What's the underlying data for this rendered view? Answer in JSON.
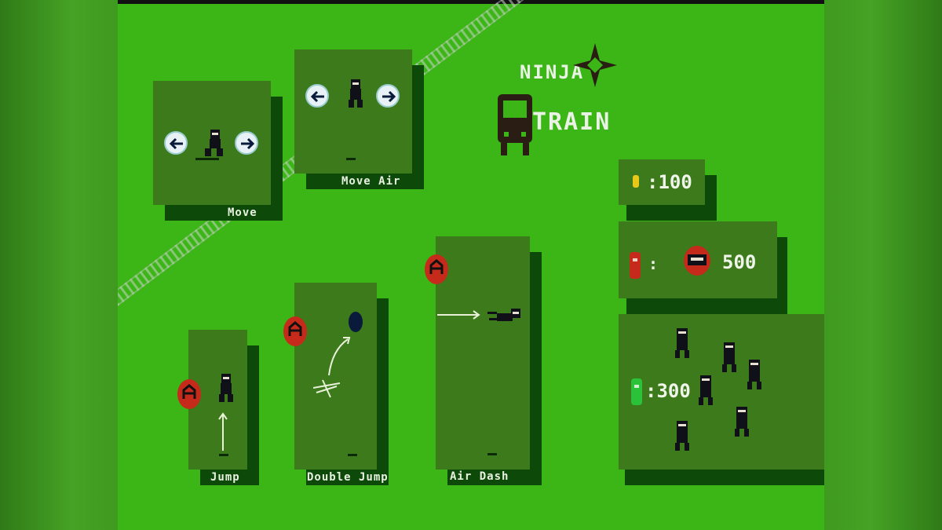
{
  "title": {
    "line1": "NINJA",
    "line2": "TRAIN"
  },
  "cards": {
    "move": "Move",
    "move_air": "Move Air",
    "jump": "Jump",
    "double_jump": "Double Jump",
    "air_dash": "Air Dash"
  },
  "scores": {
    "coin": ":100",
    "enemy_colon": ":",
    "enemy": "500",
    "bottle": ":300"
  },
  "colors": {
    "field": "#3cb516",
    "card": "#3d7a1c",
    "shadow": "#0d4a0a",
    "button_red": "#c62a1a"
  }
}
